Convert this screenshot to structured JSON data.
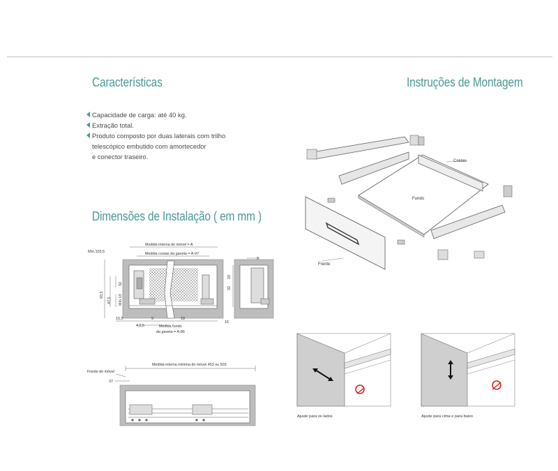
{
  "headings": {
    "features": "Características",
    "dimensions": "Dimensões de Instalação ( em mm )",
    "assembly": "Instruções de Montagem"
  },
  "features": [
    "Capacidade de carga: até 40 kg.",
    "Extração total.",
    "Produto composto por duas laterais com trilho",
    "telescópico embutido com amortecedor",
    "e conector traseiro."
  ],
  "dim_top": {
    "internal": "Medida interna do móvel = A",
    "back": "Medida costas da gaveta = A-97",
    "bottom_l1": "Medida fundo",
    "bottom_l2": "da gaveta = A-86",
    "min": "Mín.103,5",
    "v93": "93,5",
    "v47": "47,5",
    "v32": "32",
    "v15": "15,5",
    "v42": "4,2,5",
    "v9": "9",
    "v18": "18",
    "v13": "Mín.13",
    "s9": "9",
    "s20": "20",
    "s32": "32",
    "s16": "16"
  },
  "dim_side": {
    "front": "Frente do móvel",
    "internal_min": "Medida interna mínima do móvel 453 ou 503",
    "v37": "37"
  },
  "assembly": {
    "back": "Costas",
    "bottom": "Fundo",
    "front": "Frente",
    "adjust_side": "Ajuste para os lados",
    "adjust_vertical": "Ajuste para cima e para baixo"
  }
}
